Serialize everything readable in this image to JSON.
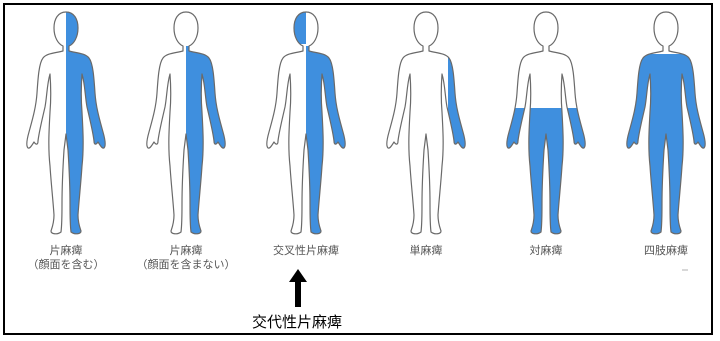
{
  "colors": {
    "paralysis": "#3f8fde",
    "outline": "#6a6a6a",
    "skin": "#ffffff"
  },
  "figures": [
    {
      "id": "hemiplegia-with-face",
      "lines": [
        "片麻痺",
        "（顔面を含む）"
      ],
      "affected": "right-half-including-face"
    },
    {
      "id": "hemiplegia-without-face",
      "lines": [
        "片麻痺",
        "（顔面を含まない）"
      ],
      "affected": "right-half-excluding-face"
    },
    {
      "id": "alternating-hemiplegia",
      "lines": [
        "交叉性片麻痺",
        ""
      ],
      "affected": "face-left-body-right"
    },
    {
      "id": "monoplegia",
      "lines": [
        "単麻痺",
        ""
      ],
      "affected": "right-arm"
    },
    {
      "id": "paraplegia",
      "lines": [
        "対麻痺",
        ""
      ],
      "affected": "both-legs"
    },
    {
      "id": "quadriplegia",
      "lines": [
        "四肢麻痺",
        ""
      ],
      "affected": "neck-down"
    }
  ],
  "annotation": {
    "label": "交代性片麻痺",
    "icon": "up-arrow-icon"
  }
}
